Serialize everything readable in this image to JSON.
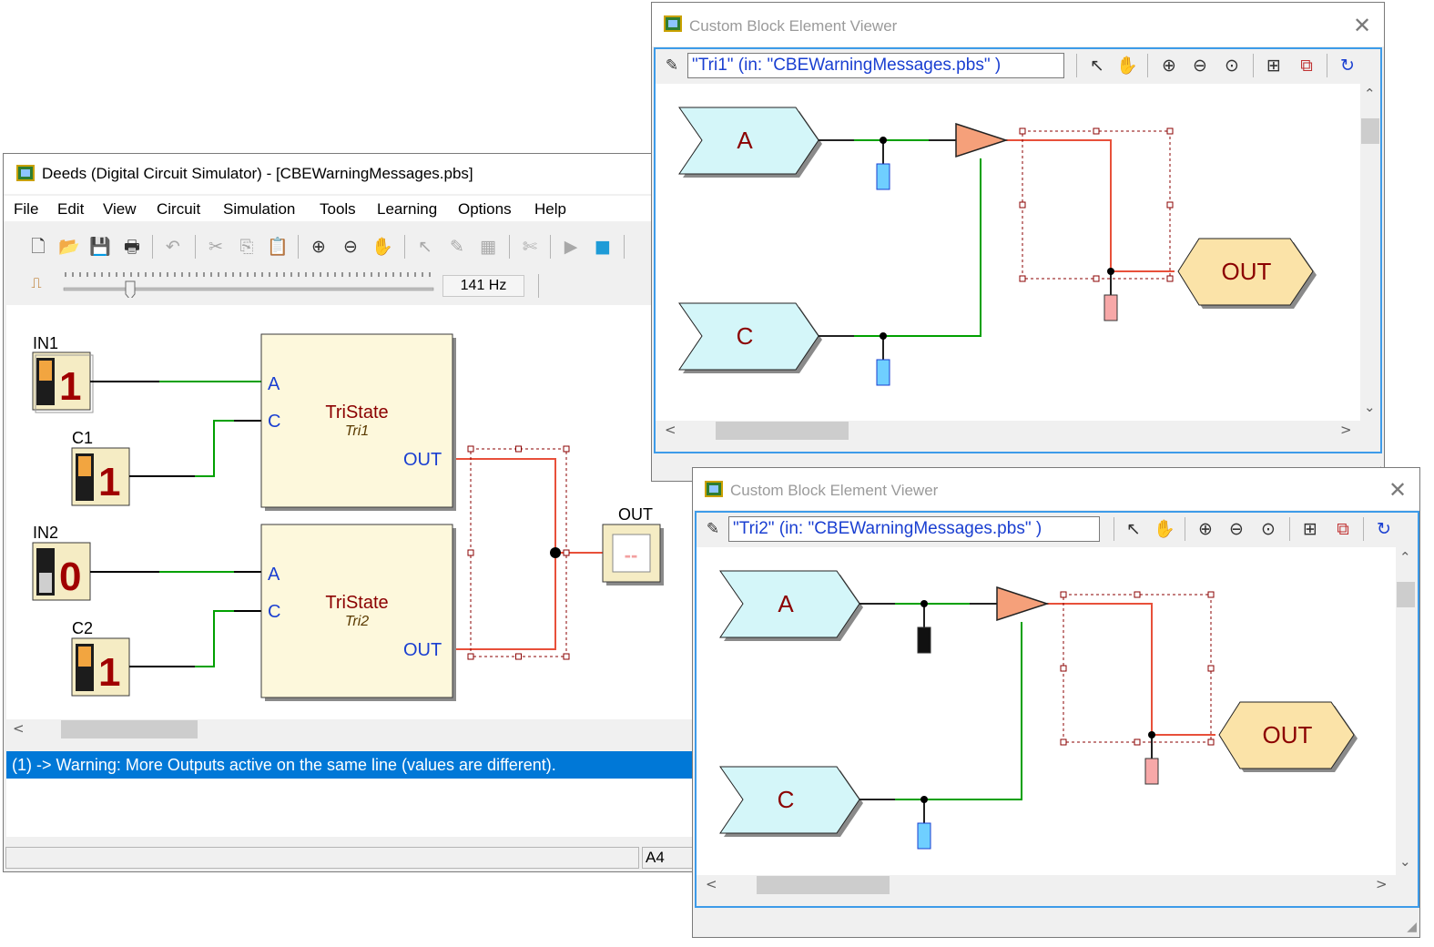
{
  "main_window": {
    "title": "Deeds (Digital Circuit Simulator) - [CBEWarningMessages.pbs]",
    "menu": [
      "File",
      "Edit",
      "View",
      "Circuit",
      "Simulation",
      "Tools",
      "Learning",
      "Options",
      "Help"
    ],
    "toolbar_icons": [
      "new-icon",
      "open-icon",
      "save-icon",
      "print-icon",
      "undo-icon",
      "cut-icon",
      "copy-icon",
      "paste-icon",
      "zoom-in-icon",
      "zoom-out-icon",
      "hand-icon",
      "select-icon",
      "rubber-icon",
      "fit-icon",
      "scissors-icon",
      "run-icon",
      "stop-icon"
    ],
    "clock_label": "141 Hz",
    "circuit": {
      "inputs": [
        {
          "label": "IN1",
          "value": "1"
        },
        {
          "label": "C1",
          "value": "1"
        },
        {
          "label": "IN2",
          "value": "0"
        },
        {
          "label": "C2",
          "value": "1"
        }
      ],
      "blocks": [
        {
          "name": "TriState",
          "instance": "Tri1",
          "pins": [
            "A",
            "C",
            "OUT"
          ]
        },
        {
          "name": "TriState",
          "instance": "Tri2",
          "pins": [
            "A",
            "C",
            "OUT"
          ]
        }
      ],
      "output": {
        "label": "OUT",
        "value": "--"
      }
    },
    "message": "(1) -> Warning: More Outputs active on the same line (values are different).",
    "status_cell": "A4"
  },
  "viewer1": {
    "title": "Custom Block Element Viewer",
    "combo": "\"Tri1\"  (in: \"CBEWarningMessages.pbs\" )",
    "inputs": [
      "A",
      "C"
    ],
    "output": "OUT"
  },
  "viewer2": {
    "title": "Custom Block Element Viewer",
    "combo": "\"Tri2\"  (in: \"CBEWarningMessages.pbs\" )",
    "inputs": [
      "A",
      "C"
    ],
    "output": "OUT"
  },
  "colors": {
    "wire_green": "#00a000",
    "wire_red": "#e8503a",
    "selection": "#8b0000",
    "block_fill": "#fdf8dc",
    "pin_blue": "#1a3fd1",
    "block_text": "#8b0000",
    "input_tag_fill": "#d4f6f9",
    "output_tag_fill": "#fbe3a8",
    "highlight": "#0078d7"
  }
}
